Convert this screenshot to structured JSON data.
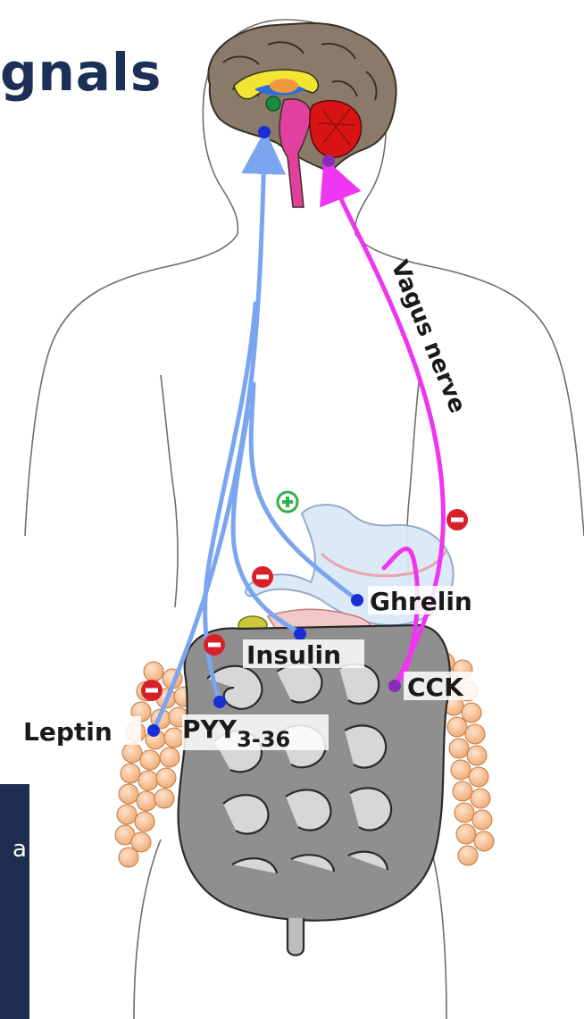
{
  "title": {
    "text": "gnals"
  },
  "side_panel": {
    "text": "a"
  },
  "labels": {
    "vagus": "Vagus nerve",
    "ghrelin": "Ghrelin",
    "insulin": "Insulin",
    "cck": "CCK",
    "leptin": "Leptin",
    "pyy": "PYY",
    "pyy_subscript": "3-36"
  },
  "colors": {
    "title": "#1c2f57",
    "panel": "#1e2e50",
    "blue_pathway": "#7aa6f0",
    "vagus_pathway": "#ee36f0",
    "blue_dot": "#1a2ed8",
    "purple_dot": "#8a2ab8",
    "inhibit": "#d8202a",
    "stimulate": "#2fb24a",
    "fat_cells": "#f7c8a2"
  },
  "icons": {
    "stimulate": "plus-circle-icon",
    "inhibit": "minus-circle-icon"
  }
}
